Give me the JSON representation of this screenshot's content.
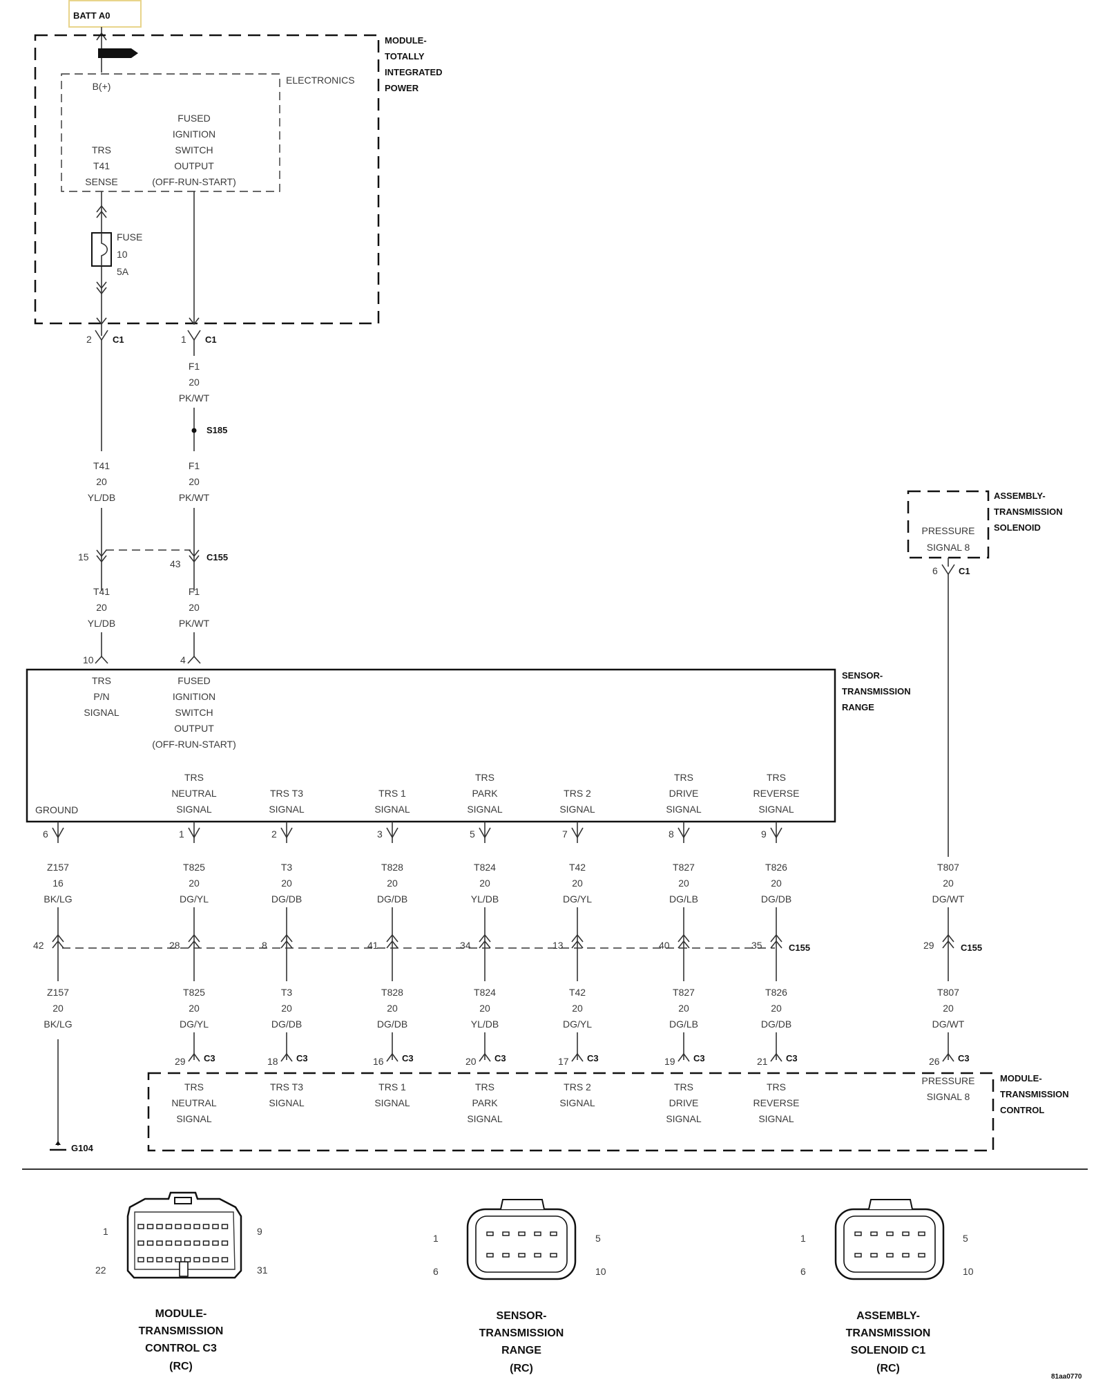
{
  "batt": "BATT A0",
  "tipm": {
    "title": [
      "MODULE-",
      "TOTALLY",
      "INTEGRATED",
      "POWER"
    ],
    "electronics": "ELECTRONICS",
    "bplus": "B(+)",
    "trs_sense": [
      "TRS",
      "T41",
      "SENSE"
    ],
    "fused_output": [
      "FUSED",
      "IGNITION",
      "SWITCH",
      "OUTPUT",
      "(OFF-RUN-START)"
    ],
    "fuse": [
      "FUSE",
      "10",
      "5A"
    ]
  },
  "c1_pins": [
    {
      "pin": "2",
      "conn": "C1"
    },
    {
      "pin": "1",
      "conn": "C1"
    }
  ],
  "wire_f1_a": [
    "F1",
    "20",
    "PK/WT"
  ],
  "splice": "S185",
  "wire_t41_b": [
    "T41",
    "20",
    "YL/DB"
  ],
  "wire_f1_b": [
    "F1",
    "20",
    "PK/WT"
  ],
  "c155_upper": {
    "pin_left": "15",
    "pin_right": "43",
    "conn": "C155"
  },
  "wire_t41_c": [
    "T41",
    "20",
    "YL/DB"
  ],
  "wire_f1_c": [
    "F1",
    "20",
    "PK/WT"
  ],
  "sensor_top_pins": [
    "10",
    "4"
  ],
  "sensor": {
    "title": [
      "SENSOR-",
      "TRANSMISSION",
      "RANGE"
    ],
    "pn_signal": [
      "TRS",
      "P/N",
      "SIGNAL"
    ],
    "fused_output": [
      "FUSED",
      "IGNITION",
      "SWITCH",
      "OUTPUT",
      "(OFF-RUN-START)"
    ],
    "ground": "GROUND"
  },
  "solenoid": {
    "title": [
      "ASSEMBLY-",
      "TRANSMISSION",
      "SOLENOID"
    ],
    "signal": [
      "PRESSURE",
      "SIGNAL 8"
    ],
    "pin": "6",
    "conn": "C1"
  },
  "circuits": [
    {
      "sensor_label": [],
      "sensor_pin": "6",
      "wire_a": [
        "Z157",
        "16",
        "BK/LG"
      ],
      "c155_pin": "42",
      "wire_b": [
        "Z157",
        "20",
        "BK/LG"
      ],
      "tcm_pin": "",
      "tcm_label": []
    },
    {
      "sensor_label": [
        "TRS",
        "NEUTRAL",
        "SIGNAL"
      ],
      "sensor_pin": "1",
      "wire_a": [
        "T825",
        "20",
        "DG/YL"
      ],
      "c155_pin": "28",
      "wire_b": [
        "T825",
        "20",
        "DG/YL"
      ],
      "tcm_pin": "29",
      "tcm_label": [
        "TRS",
        "NEUTRAL",
        "SIGNAL"
      ]
    },
    {
      "sensor_label": [
        "TRS T3",
        "SIGNAL"
      ],
      "sensor_pin": "2",
      "wire_a": [
        "T3",
        "20",
        "DG/DB"
      ],
      "c155_pin": "8",
      "wire_b": [
        "T3",
        "20",
        "DG/DB"
      ],
      "tcm_pin": "18",
      "tcm_label": [
        "TRS T3",
        "SIGNAL"
      ]
    },
    {
      "sensor_label": [
        "TRS 1",
        "SIGNAL"
      ],
      "sensor_pin": "3",
      "wire_a": [
        "T828",
        "20",
        "DG/DB"
      ],
      "c155_pin": "41",
      "wire_b": [
        "T828",
        "20",
        "DG/DB"
      ],
      "tcm_pin": "16",
      "tcm_label": [
        "TRS 1",
        "SIGNAL"
      ]
    },
    {
      "sensor_label": [
        "TRS",
        "PARK",
        "SIGNAL"
      ],
      "sensor_pin": "5",
      "wire_a": [
        "T824",
        "20",
        "YL/DB"
      ],
      "c155_pin": "34",
      "wire_b": [
        "T824",
        "20",
        "YL/DB"
      ],
      "tcm_pin": "20",
      "tcm_label": [
        "TRS",
        "PARK",
        "SIGNAL"
      ]
    },
    {
      "sensor_label": [
        "TRS 2",
        "SIGNAL"
      ],
      "sensor_pin": "7",
      "wire_a": [
        "T42",
        "20",
        "DG/YL"
      ],
      "c155_pin": "13",
      "wire_b": [
        "T42",
        "20",
        "DG/YL"
      ],
      "tcm_pin": "17",
      "tcm_label": [
        "TRS 2",
        "SIGNAL"
      ]
    },
    {
      "sensor_label": [
        "TRS",
        "DRIVE",
        "SIGNAL"
      ],
      "sensor_pin": "8",
      "wire_a": [
        "T827",
        "20",
        "DG/LB"
      ],
      "c155_pin": "40",
      "wire_b": [
        "T827",
        "20",
        "DG/LB"
      ],
      "tcm_pin": "19",
      "tcm_label": [
        "TRS",
        "DRIVE",
        "SIGNAL"
      ]
    },
    {
      "sensor_label": [
        "TRS",
        "REVERSE",
        "SIGNAL"
      ],
      "sensor_pin": "9",
      "wire_a": [
        "T826",
        "20",
        "DG/DB"
      ],
      "c155_pin": "35",
      "wire_b": [
        "T826",
        "20",
        "DG/DB"
      ],
      "tcm_pin": "21",
      "tcm_label": [
        "TRS",
        "REVERSE",
        "SIGNAL"
      ]
    },
    {
      "sensor_label": [],
      "sensor_pin": "",
      "wire_a": [
        "T807",
        "20",
        "DG/WT"
      ],
      "c155_pin": "29",
      "wire_b": [
        "T807",
        "20",
        "DG/WT"
      ],
      "tcm_pin": "26",
      "tcm_label": [
        "PRESSURE",
        "SIGNAL 8"
      ]
    }
  ],
  "c155_conn": "C155",
  "c3_conn": "C3",
  "tcm_title": [
    "MODULE-",
    "TRANSMISSION",
    "CONTROL"
  ],
  "ground_id": "G104",
  "connectors": [
    {
      "caption": [
        "MODULE-",
        "TRANSMISSION",
        "CONTROL C3",
        "(RC)"
      ],
      "pins": [
        "1",
        "9",
        "22",
        "31"
      ]
    },
    {
      "caption": [
        "SENSOR-",
        "TRANSMISSION",
        "RANGE",
        "(RC)"
      ],
      "pins": [
        "1",
        "5",
        "6",
        "10"
      ]
    },
    {
      "caption": [
        "ASSEMBLY-",
        "TRANSMISSION",
        "SOLENOID C1",
        "(RC)"
      ],
      "pins": [
        "1",
        "5",
        "6",
        "10"
      ]
    }
  ],
  "figure_id": "81aa0770"
}
